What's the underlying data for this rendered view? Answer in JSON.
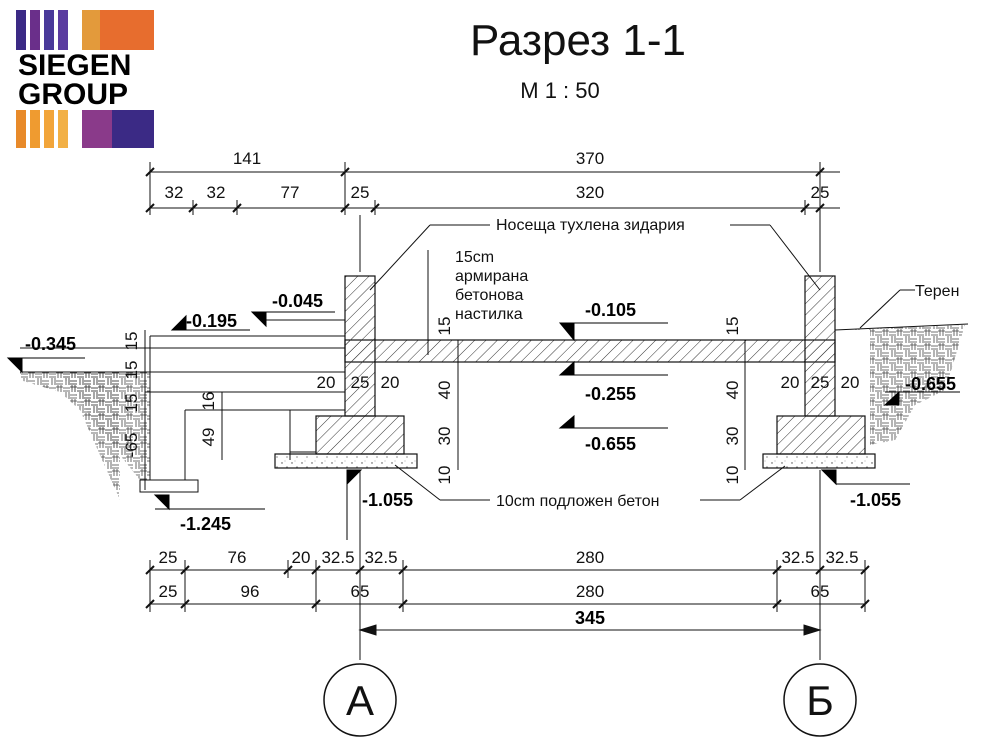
{
  "logo": {
    "line1": "SIEGEN",
    "line2": "GROUP"
  },
  "title": "Разрез 1-1",
  "scale": "M 1 : 50",
  "labels": {
    "masonry": "Носеща тухлена зидария",
    "slab_1": "15cm",
    "slab_2": "армирана",
    "slab_3": "бетонова",
    "slab_4": "настилка",
    "terrain": "Терен",
    "lean": "10cm подложен бетон"
  },
  "levels": {
    "l1": "-0.345",
    "l2": "-0.195",
    "l3": "-0.045",
    "l4": "-0.105",
    "l5": "-0.255",
    "l6": "-0.655",
    "l7": "-0.655",
    "l8": "-1.055",
    "l9": "-1.055",
    "l10": "-1.245"
  },
  "top_dims": {
    "d141": "141",
    "d370": "370",
    "d32a": "32",
    "d32b": "32",
    "d77": "77",
    "d25a": "25",
    "d320": "320",
    "d25b": "25"
  },
  "bottom_dims": {
    "r1": [
      "25",
      "76",
      "20",
      "32.5",
      "32.5",
      "280",
      "32.5",
      "32.5"
    ],
    "r2": [
      "25",
      "96",
      "65",
      "280",
      "65"
    ],
    "total": "345"
  },
  "vertical_dims": {
    "left": [
      "15",
      "15",
      "15",
      "-65",
      "16",
      "49"
    ],
    "center": [
      "15",
      "40",
      "30",
      "10"
    ],
    "right": [
      "15",
      "40",
      "30",
      "10"
    ]
  },
  "wall_dims": {
    "left": [
      "20",
      "25",
      "20"
    ],
    "right": [
      "20",
      "25",
      "20"
    ]
  },
  "axes": {
    "a": "А",
    "b": "Б"
  }
}
